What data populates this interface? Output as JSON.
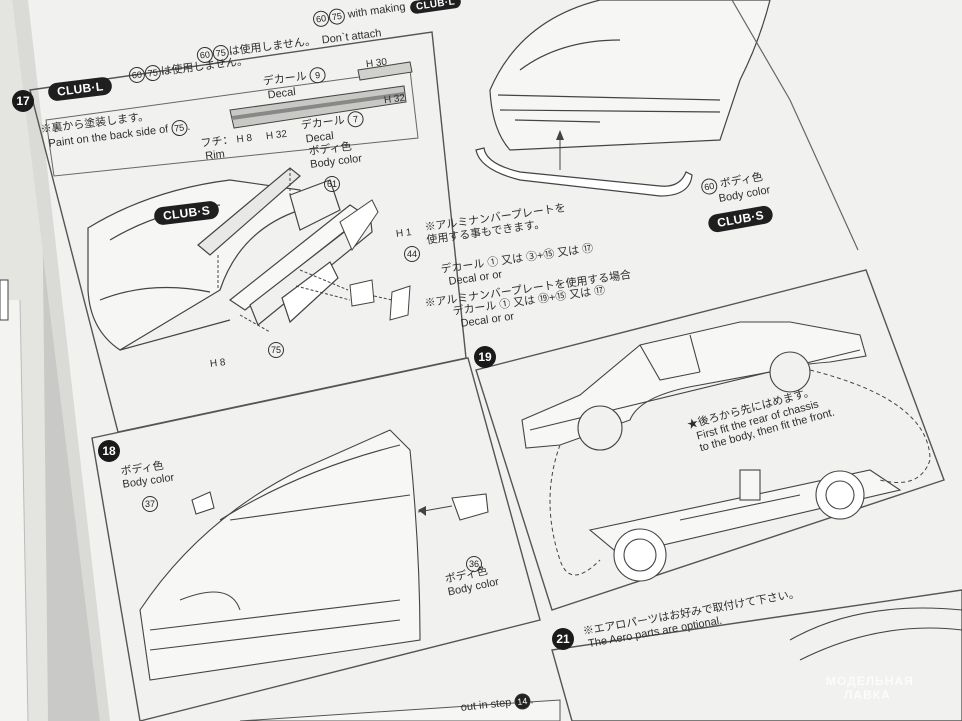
{
  "header": {
    "note_jp": "は使用しません。",
    "note_en_prefix": "Don`t attach",
    "note_en_suffix": "with making",
    "parts": [
      "60",
      "75"
    ],
    "badge": "CLUB·L"
  },
  "step17": {
    "number": "17",
    "badge_l": "CLUB·L",
    "parts_unused": [
      "60",
      "75"
    ],
    "unused_jp": "は使用しません。",
    "paint_jp": "※裏から塗装します。",
    "paint_en": "Paint on the back side of",
    "paint_part": "75",
    "decal_jp": "デカール",
    "decal_en": "Decal",
    "decal_num_top": "9",
    "ph30": "H 30",
    "ph32_right": "H 32",
    "rim_jp": "フチ：",
    "rim_en": "Rim",
    "ph8_rim": "H 8",
    "ph32_mid": "H 32",
    "decal_num_mid": "7",
    "body_jp": "ボディ色",
    "body_en": "Body color",
    "part61": "61",
    "badge_s": "CLUB·S",
    "ph1": "H 1",
    "part44": "44",
    "alu_jp_1": "※アルミナンバープレートを",
    "alu_jp_2": "使用する事もできます。",
    "decal_line1_jp": "デカール",
    "decal_line1_en": "Decal",
    "decal_line1_opts": "① 又は ③+⑮ 又は ⑰",
    "decal_line1_or": "or        or",
    "alu_when_jp": "※アルミナンバープレートを使用する場合",
    "decal_line2_opts": "① 又は ⑲+⑮ 又は ⑰",
    "part75": "75",
    "ph8_bottom": "H 8"
  },
  "step18": {
    "number": "18",
    "body_jp": "ボディ色",
    "body_en": "Body color",
    "part37": "37",
    "part36": "36",
    "body2_jp": "ボディ色",
    "body2_en": "Body color"
  },
  "step19": {
    "number": "19",
    "note_jp": "★後ろから先にはめます。",
    "note_en_1": "First fit the rear of chassis",
    "note_en_2": "to the body, then fit the front."
  },
  "top_right": {
    "part60": "60",
    "body_jp": "ボディ色",
    "body_en": "Body color",
    "badge": "CLUB·S"
  },
  "step21": {
    "number": "21",
    "jp": "※エアロパーツはお好みで取付けて下さい。",
    "en": "The Aero parts are optional."
  },
  "footer": {
    "text": "out in step",
    "step": "14"
  },
  "watermark": {
    "line1": "МОДЕЛЬНАЯ",
    "line2": "ЛАВКА"
  },
  "colors": {
    "paper": "#f1f1ef",
    "ink": "#2a2a2a",
    "background": "#c9c9c7"
  }
}
